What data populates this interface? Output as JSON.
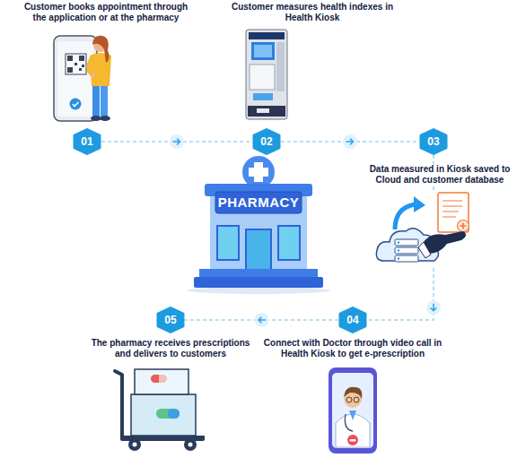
{
  "diagram": {
    "nodes": [
      {
        "text": [
          "01"
        ]
      },
      {
        "text": [
          "02"
        ]
      },
      {
        "text": [
          "03"
        ]
      },
      {
        "text": [
          "04"
        ]
      },
      {
        "text": [
          "05"
        ]
      }
    ],
    "edges": [
      {
        "from": 0,
        "to": 1,
        "arrow": "to"
      },
      {
        "from": 1,
        "to": 2,
        "arrow": "to"
      },
      {
        "from": 2,
        "to": 3,
        "arrow": "to"
      },
      {
        "from": 3,
        "to": 4,
        "arrow": "to"
      }
    ],
    "labels": [
      "Customer books appointment through the application or at the pharmacy",
      "Customer measures health indexes in Health Kiosk",
      "Data measured in Kiosk saved to Cloud and customer database",
      "Connect with Doctor through video call in Health Kiosk to get e-prescription",
      "The pharmacy receives prescriptions and delivers to customers",
      "PHARMACY"
    ]
  }
}
